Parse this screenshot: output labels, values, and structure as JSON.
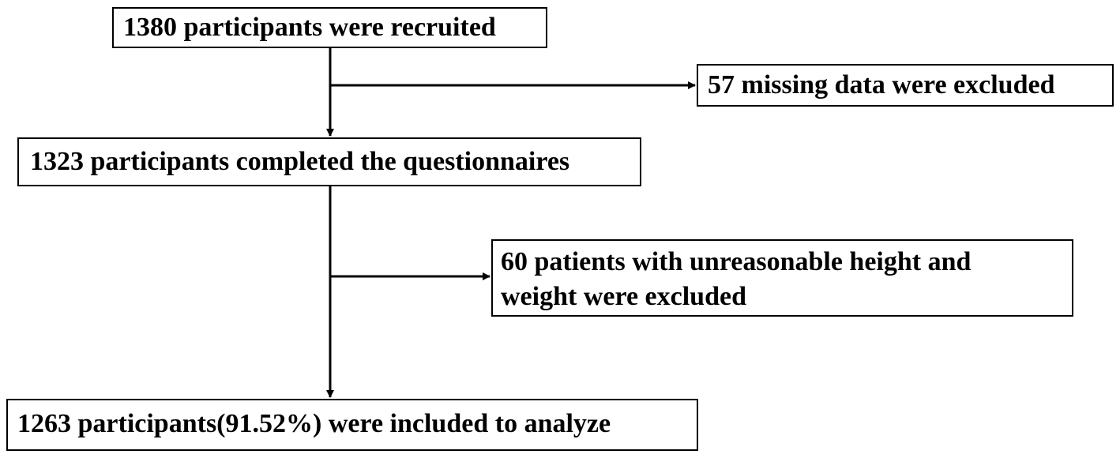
{
  "nodes": {
    "recruited": "1380 participants were recruited",
    "missing_excluded": "57 missing data were excluded",
    "completed": "1323 participants completed the questionnaires",
    "unreasonable_excluded": {
      "line1": "60 patients with unreasonable height and",
      "line2": "weight were excluded"
    },
    "included": "1263 participants(91.52%) were included to analyze"
  },
  "colors": {
    "line": "#000000",
    "background": "#ffffff"
  }
}
